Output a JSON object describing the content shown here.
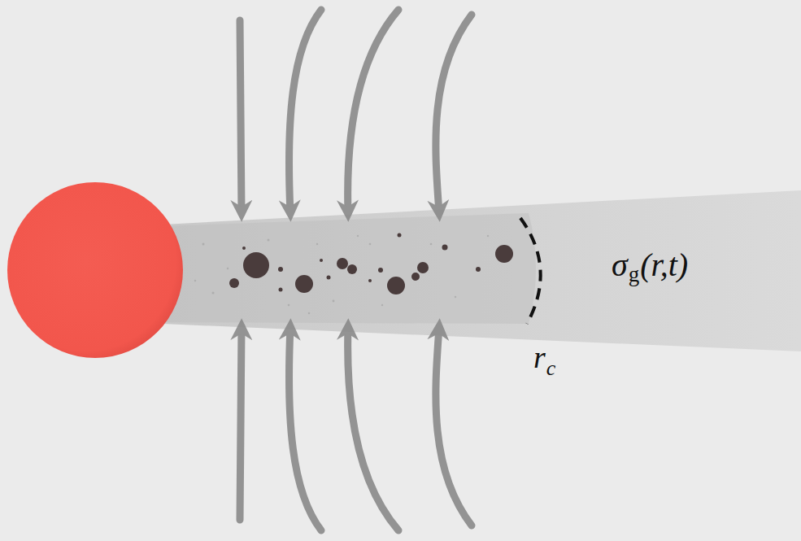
{
  "diagram": {
    "labels": [
      "r",
      "c",
      "σ",
      "g",
      "(r,t)"
    ]
  }
}
